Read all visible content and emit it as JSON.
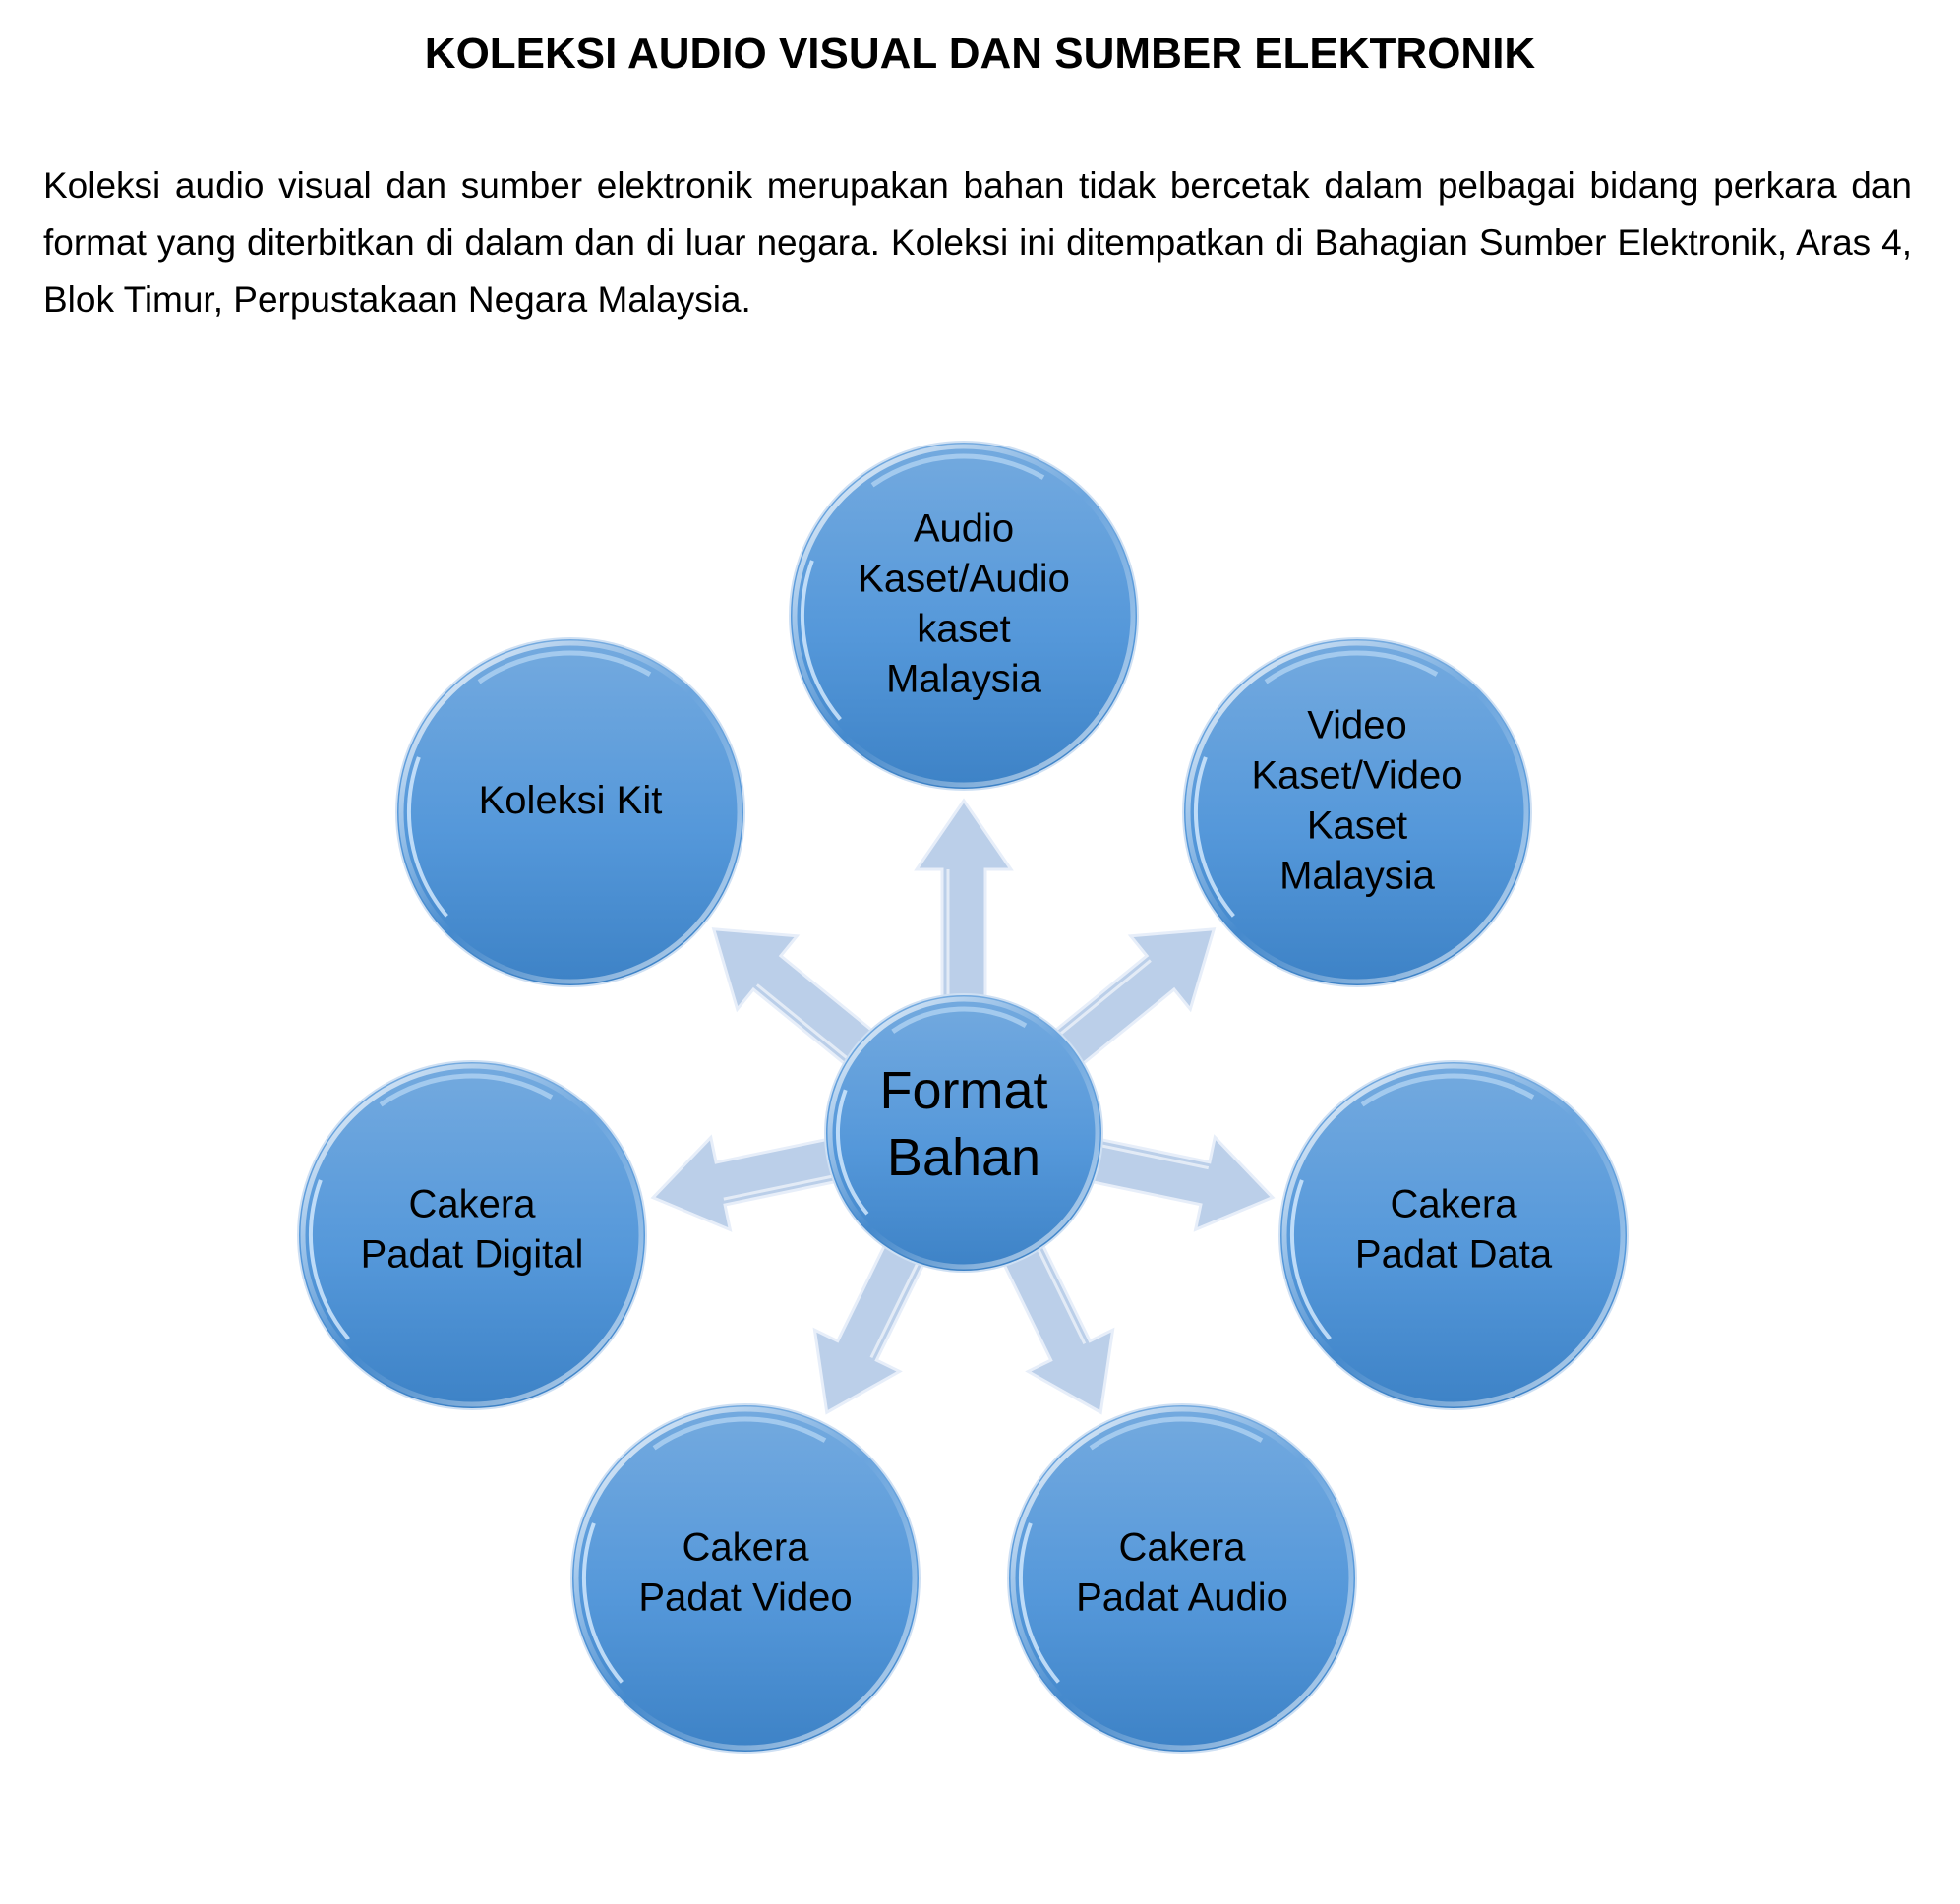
{
  "document": {
    "title": "KOLEKSI AUDIO VISUAL DAN SUMBER ELEKTRONIK",
    "paragraph": "Koleksi audio visual dan sumber elektronik merupakan bahan tidak bercetak dalam pelbagai bidang perkara dan format yang diterbitkan di dalam dan di luar negara. Koleksi ini ditempatkan di Bahagian Sumber Elektronik, Aras 4, Blok Timur, Perpustakaan Negara Malaysia."
  },
  "diagram": {
    "center": {
      "lines": [
        "Format",
        "Bahan"
      ]
    },
    "nodes": [
      {
        "id": "audio-kaset",
        "lines": [
          "Audio",
          "Kaset/Audio",
          "kaset",
          "Malaysia"
        ]
      },
      {
        "id": "video-kaset",
        "lines": [
          "Video",
          "Kaset/Video",
          "Kaset",
          "Malaysia"
        ]
      },
      {
        "id": "cakera-padat-data",
        "lines": [
          "Cakera",
          "Padat Data"
        ]
      },
      {
        "id": "cakera-padat-audio",
        "lines": [
          "Cakera",
          "Padat Audio"
        ]
      },
      {
        "id": "cakera-padat-video",
        "lines": [
          "Cakera",
          "Padat Video"
        ]
      },
      {
        "id": "cakera-padat-digital",
        "lines": [
          "Cakera",
          "Padat Digital"
        ]
      },
      {
        "id": "koleksi-kit",
        "lines": [
          "Koleksi Kit"
        ]
      }
    ],
    "colors": {
      "circle_top": "#6fa6dc",
      "circle_bottom": "#3f85c9",
      "arrow": "#b8cde8",
      "arrow_edge": "#e6eef9"
    }
  }
}
